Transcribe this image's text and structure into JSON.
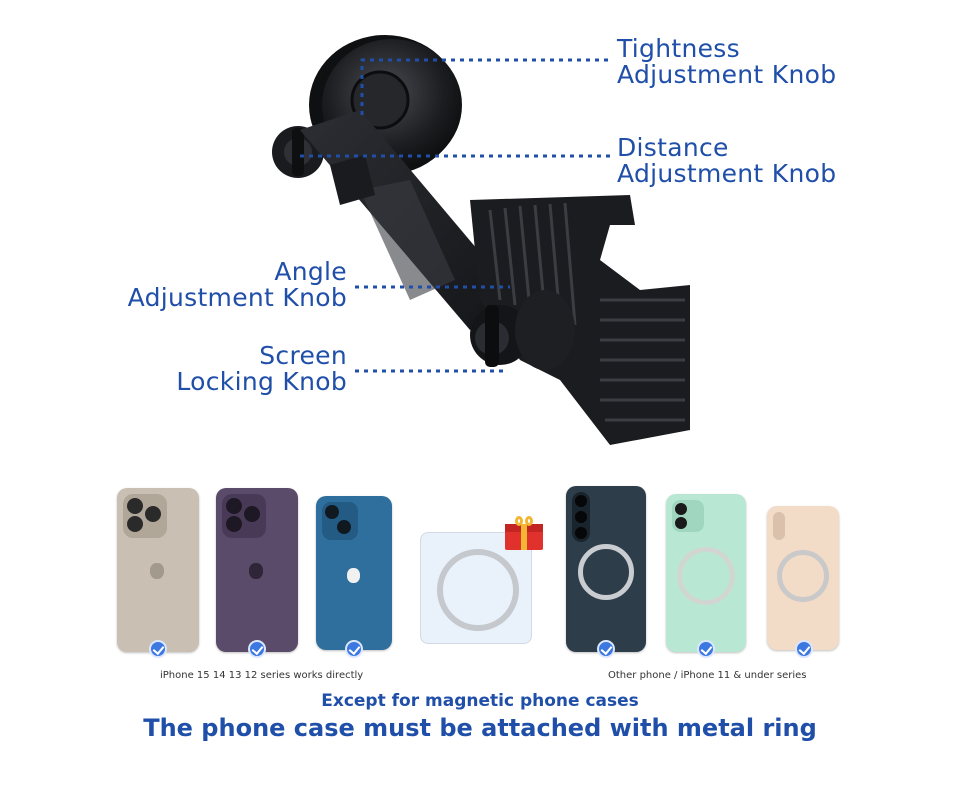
{
  "callouts": {
    "tightness_line1": "Tightness",
    "tightness_line2": "Adjustment Knob",
    "distance_line1": "Distance",
    "distance_line2": "Adjustment Knob",
    "angle_line1": "Angle",
    "angle_line2": "Adjustment Knob",
    "screen_line1": "Screen",
    "screen_line2": "Locking Knob"
  },
  "compat": {
    "left_caption": "iPhone 15 14 13 12 series works directly",
    "right_caption": "Other phone / iPhone 11 & under series",
    "phones": [
      {
        "name": "iphone-15-pro",
        "color": "#c9c0b3"
      },
      {
        "name": "iphone-14-pro",
        "color": "#5a4b6a"
      },
      {
        "name": "iphone-13",
        "color": "#2e6f9e"
      },
      {
        "name": "metal-ring-gift",
        "color": "#e9f2fb"
      },
      {
        "name": "android-phone",
        "color": "#2e3d4a"
      },
      {
        "name": "iphone-11",
        "color": "#b8e8d3"
      },
      {
        "name": "iphone-xs",
        "color": "#f2dcc8"
      }
    ]
  },
  "notes": {
    "line1": "Except for magnetic phone cases",
    "line2": "The phone case must be attached with metal ring"
  },
  "colors": {
    "accent": "#1f4fa8",
    "check": "#3d78e0",
    "product": "#1b1c1f"
  }
}
